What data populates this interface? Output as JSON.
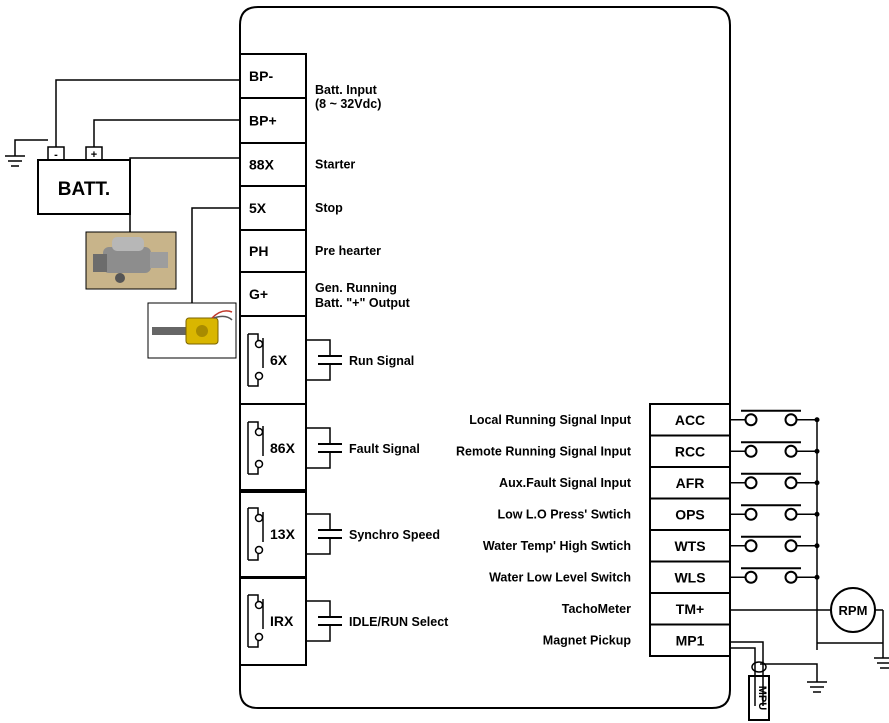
{
  "battery": {
    "label": "BATT.",
    "minus": "-",
    "plus": "+"
  },
  "left_terminals": [
    {
      "id": "BP-",
      "desc": [
        "Batt. Input",
        "(8 ~ 32Vdc)"
      ]
    },
    {
      "id": "BP+",
      "desc": []
    },
    {
      "id": "88X",
      "desc": [
        "Starter"
      ]
    },
    {
      "id": "5X",
      "desc": [
        "Stop"
      ]
    },
    {
      "id": "PH",
      "desc": [
        "Pre hearter"
      ]
    },
    {
      "id": "G+",
      "desc": [
        "Gen. Running",
        "Batt. \"+\" Output"
      ]
    }
  ],
  "relays": [
    {
      "id": "6X",
      "desc": "Run Signal"
    },
    {
      "id": "86X",
      "desc": "Fault Signal"
    },
    {
      "id": "13X",
      "desc": "Synchro Speed"
    },
    {
      "id": "IRX",
      "desc": "IDLE/RUN Select"
    }
  ],
  "right_terminals": [
    {
      "id": "ACC",
      "desc": "Local Running Signal Input",
      "switch": true
    },
    {
      "id": "RCC",
      "desc": "Remote Running Signal Input",
      "switch": true
    },
    {
      "id": "AFR",
      "desc": "Aux.Fault Signal Input",
      "switch": true
    },
    {
      "id": "OPS",
      "desc": "Low L.O Press' Swtich",
      "switch": true
    },
    {
      "id": "WTS",
      "desc": "Water Temp' High Swtich",
      "switch": true
    },
    {
      "id": "WLS",
      "desc": "Water Low Level Switch",
      "switch": true
    },
    {
      "id": "TM+",
      "desc": "TachoMeter",
      "switch": false
    },
    {
      "id": "MP1",
      "desc": "Magnet Pickup",
      "switch": false
    }
  ],
  "rpm_label": "RPM",
  "mpu_label": "MPU",
  "colors": {
    "line": "#000000",
    "starter_bg": "#c8b48a",
    "solenoid_body": "#d9b600"
  }
}
